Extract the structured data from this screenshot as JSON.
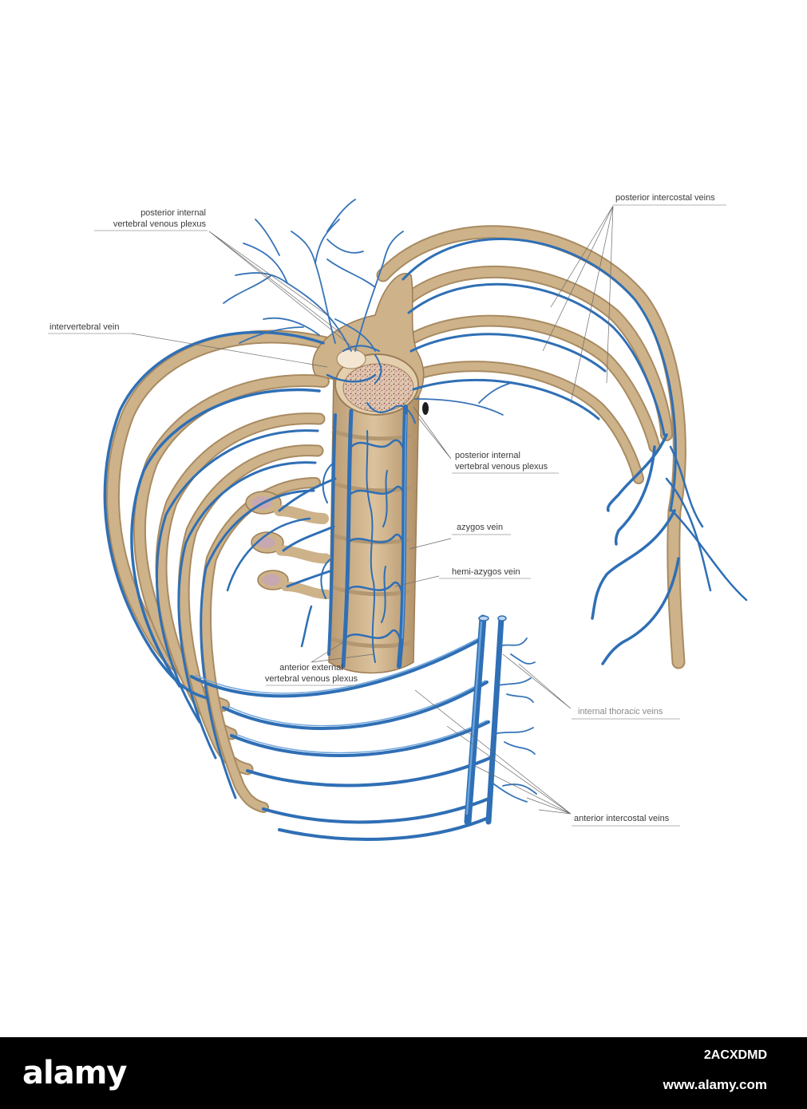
{
  "labels": {
    "posterior_internal_top_1": "posterior internal",
    "posterior_internal_top_2": "vertebral venous plexus",
    "intervertebral_vein": "intervertebral vein",
    "posterior_intercostal_veins": "posterior intercostal veins",
    "posterior_internal_mid_1": "posterior internal",
    "posterior_internal_mid_2": "vertebral venous plexus",
    "azygos_vein": "azygos vein",
    "hemi_azygos_vein": "hemi-azygos vein",
    "anterior_external_1": "anterior external",
    "anterior_external_2": "vertebral venous plexus",
    "internal_thoracic_veins": "internal thoracic veins",
    "anterior_intercostal_veins": "anterior intercostal veins"
  },
  "watermark": {
    "brand": "alamy",
    "image_id": "2ACXDMD",
    "url": "www.alamy.com"
  },
  "colors": {
    "vein": "#2f6fb5",
    "bone": "#cdb28a",
    "background": "#ffffff",
    "banner": "#000000"
  }
}
